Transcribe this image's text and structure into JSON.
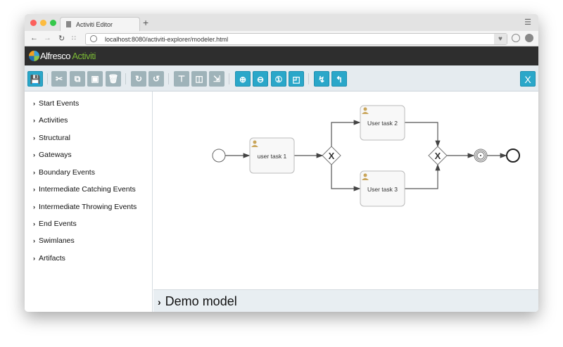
{
  "browser": {
    "tab_title": "Activiti Editor",
    "new_tab": "+",
    "url": "localhost:8080/activiti-explorer/modeler.html",
    "traffic_lights": {
      "close": "#fc605c",
      "minimize": "#fdbc40",
      "zoom": "#34c84a"
    }
  },
  "app": {
    "brand": "Alfresco",
    "product": "Activiti",
    "brand_accent": "#7ab934"
  },
  "toolbar": {
    "accent": "#2aa7c9",
    "disabled": "#9fb3b9",
    "buttons": [
      {
        "icon": "save-icon",
        "enabled": true
      },
      {
        "icon": "cut-icon",
        "enabled": false
      },
      {
        "icon": "copy-icon",
        "enabled": false
      },
      {
        "icon": "paste-icon",
        "enabled": false
      },
      {
        "icon": "delete-icon",
        "enabled": false
      },
      {
        "icon": "redo-icon",
        "enabled": false
      },
      {
        "icon": "undo-icon",
        "enabled": false
      },
      {
        "icon": "align-vertical-icon",
        "enabled": false
      },
      {
        "icon": "align-horizontal-icon",
        "enabled": false
      },
      {
        "icon": "same-size-icon",
        "enabled": false
      },
      {
        "icon": "zoom-in-icon",
        "enabled": true
      },
      {
        "icon": "zoom-out-icon",
        "enabled": true
      },
      {
        "icon": "zoom-actual-icon",
        "enabled": true
      },
      {
        "icon": "zoom-fit-icon",
        "enabled": true
      },
      {
        "icon": "add-bendpoint-icon",
        "enabled": true
      },
      {
        "icon": "remove-bendpoint-icon",
        "enabled": true
      }
    ],
    "close_label": "X"
  },
  "sidebar": {
    "items": [
      {
        "label": "Start Events"
      },
      {
        "label": "Activities"
      },
      {
        "label": "Structural"
      },
      {
        "label": "Gateways"
      },
      {
        "label": "Boundary Events"
      },
      {
        "label": "Intermediate Catching Events"
      },
      {
        "label": "Intermediate Throwing Events"
      },
      {
        "label": "End Events"
      },
      {
        "label": "Swimlanes"
      },
      {
        "label": "Artifacts"
      }
    ]
  },
  "diagram": {
    "tasks": [
      {
        "label": "user task 1"
      },
      {
        "label": "User task 2"
      },
      {
        "label": "User task 3"
      }
    ],
    "gateway_marker": "X"
  },
  "footer": {
    "model_name": "Demo model"
  }
}
